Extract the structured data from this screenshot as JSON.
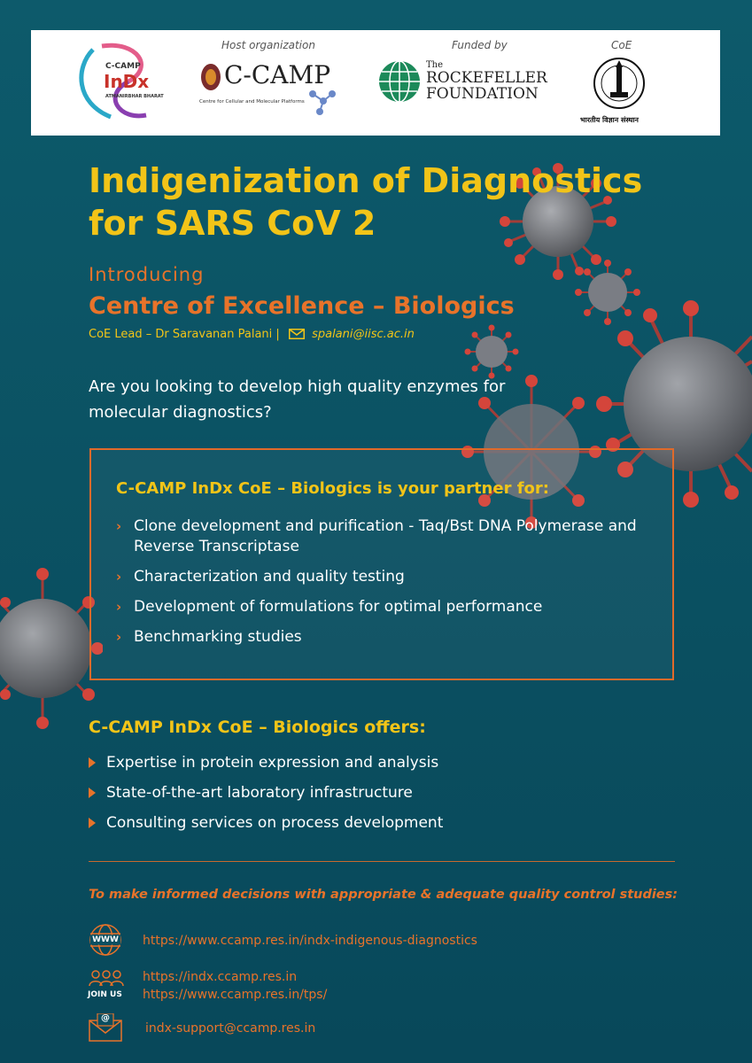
{
  "banner": {
    "indx_logo_text": {
      "top": "C-CAMP",
      "main": "InDx",
      "sub": "ATMANIRBHAR BHARAT"
    },
    "host_caption": "Host organization",
    "ccamp_logo_text": "C-CAMP",
    "ccamp_subtitle": "Centre for Cellular and Molecular Platforms",
    "funded_caption": "Funded by",
    "rockefeller_the": "The",
    "rockefeller_line1": "ROCKEFELLER",
    "rockefeller_line2": "FOUNDATION",
    "coe_caption": "CoE",
    "iisc_text": "भारतीय विज्ञान संस्थान"
  },
  "headline": {
    "line1": "Indigenization of Diagnostics",
    "line2": "for SARS CoV 2"
  },
  "intro": "Introducing",
  "coe_title": "Centre of Excellence – Biologics",
  "lead": {
    "text": "CoE Lead – Dr Saravanan Palani  |",
    "email": "spalani@iisc.ac.in"
  },
  "question": "Are you looking to develop high quality enzymes for molecular diagnostics?",
  "partner": {
    "title": "C-CAMP InDx CoE – Biologics is your partner for:",
    "items": [
      "Clone development and purification - Taq/Bst DNA Polymerase and Reverse Transcriptase",
      "Characterization and quality testing",
      "Development of formulations for optimal performance",
      "Benchmarking studies"
    ]
  },
  "offers": {
    "title": "C-CAMP InDx CoE – Biologics offers:",
    "items": [
      "Expertise in protein expression and analysis",
      "State-of-the-art laboratory infrastructure",
      "Consulting services on process development"
    ]
  },
  "tagline": "To make informed decisions with appropriate & adequate quality control studies:",
  "contacts": {
    "www_icon_label": "WWW",
    "www_link": "https://www.ccamp.res.in/indx-indigenous-diagnostics",
    "join_label": "JOIN US",
    "join_link1": "https://indx.ccamp.res.in",
    "join_link2": "https://www.ccamp.res.in/tps/",
    "email_icon_symbol": "@",
    "email_link": "indx-support@ccamp.res.in"
  },
  "colors": {
    "background": "#0b5263",
    "yellow": "#f2c418",
    "orange": "#e8732a"
  }
}
